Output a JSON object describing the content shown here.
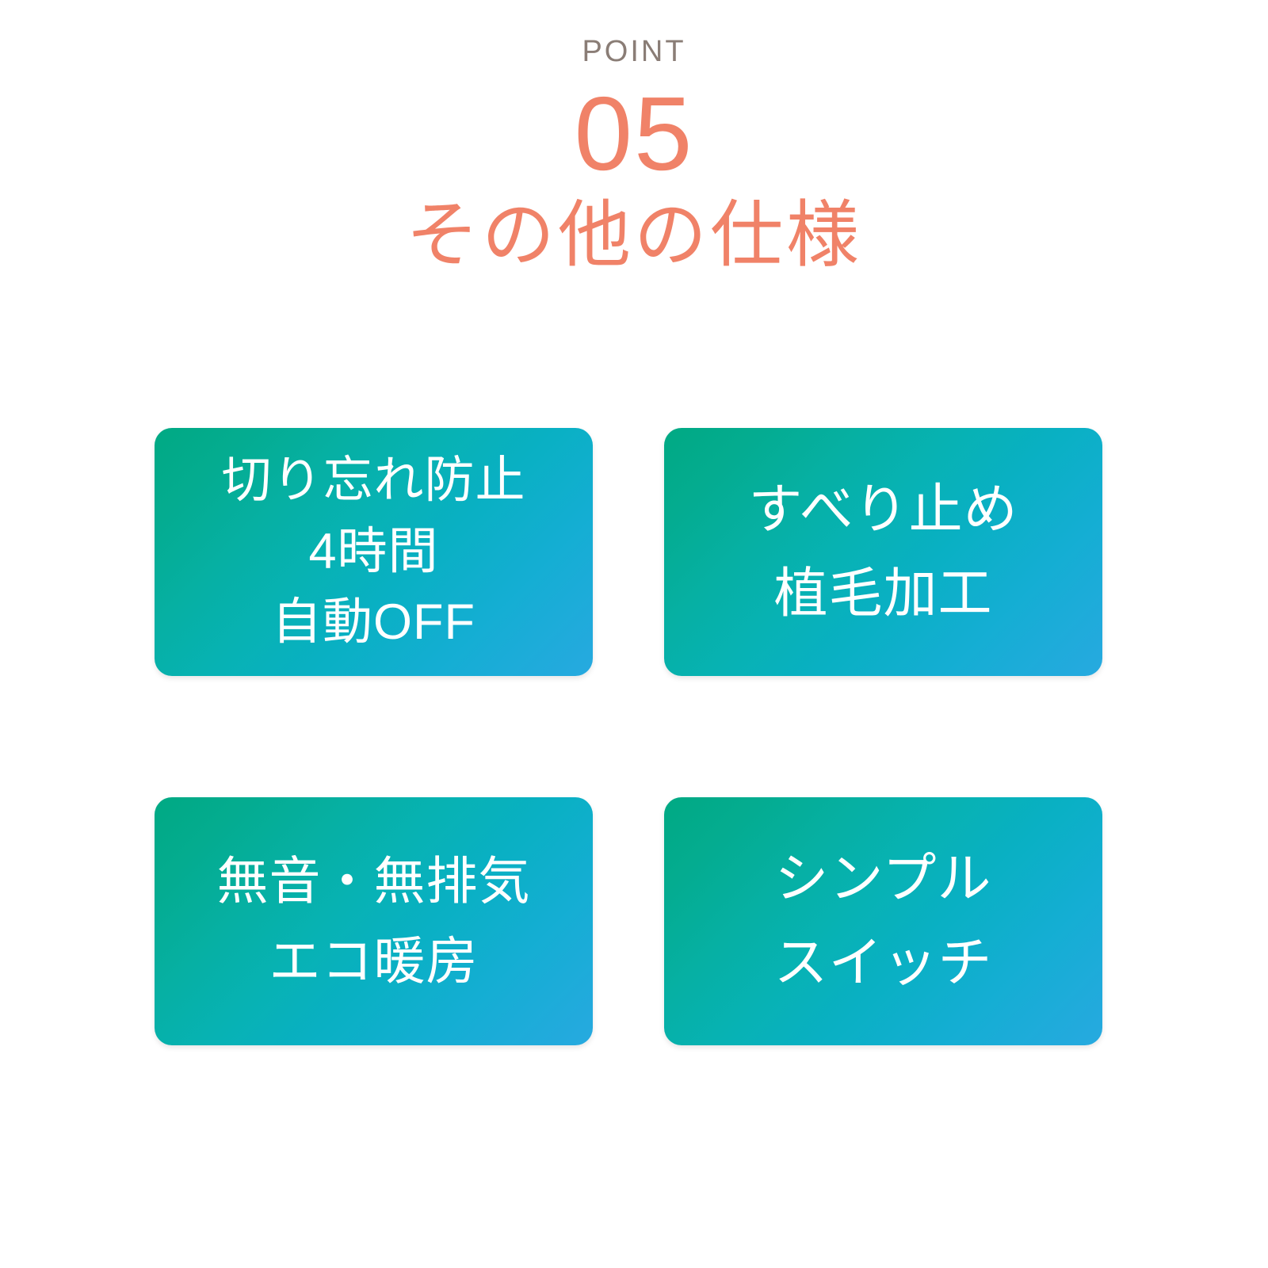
{
  "page": {
    "background_color": "#ffffff",
    "accent_coral": "#f08268",
    "label_gray": "#8a7d76",
    "card_gradient_start": "#00a983",
    "card_gradient_end": "#27a9e0",
    "card_text_color": "#ffffff"
  },
  "header": {
    "point_label": "POINT",
    "point_number": "05",
    "title": "その他の仕様"
  },
  "cards": [
    {
      "id": "auto-off",
      "lines": [
        "切り忘れ防止",
        "4時間",
        "自動OFF"
      ]
    },
    {
      "id": "anti-slip",
      "lines": [
        "すべり止め",
        "植毛加工"
      ]
    },
    {
      "id": "silent-eco",
      "lines": [
        "無音・無排気",
        "エコ暖房"
      ]
    },
    {
      "id": "simple-switch",
      "lines": [
        "シンプル",
        "スイッチ"
      ]
    }
  ]
}
